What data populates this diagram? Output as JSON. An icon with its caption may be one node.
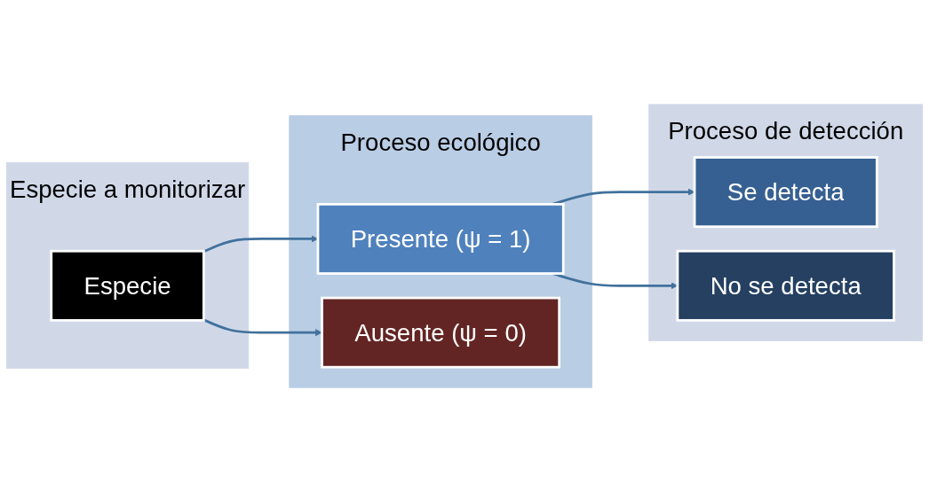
{
  "diagram": {
    "nodes": [
      {
        "text": [
          "Especie a monitorizar"
        ]
      },
      {
        "text": [
          "Especie"
        ],
        "in": 0
      },
      {
        "text": [
          "Proceso ecológico"
        ]
      },
      {
        "text": [
          "Presente (ψ = 1)"
        ],
        "in": 2
      },
      {
        "text": [
          "Ausente (ψ = 0)"
        ],
        "in": 2
      },
      {
        "text": [
          "Proceso de detección"
        ]
      },
      {
        "text": [
          "Se detecta"
        ],
        "in": 5
      },
      {
        "text": [
          "No se detecta"
        ],
        "in": 5
      }
    ],
    "edges": [
      {
        "from": 1,
        "to": 3,
        "arrow": "to"
      },
      {
        "from": 1,
        "to": 4,
        "arrow": "to"
      },
      {
        "from": 3,
        "to": 6,
        "arrow": "to"
      },
      {
        "from": 3,
        "to": 7,
        "arrow": "to"
      }
    ]
  }
}
